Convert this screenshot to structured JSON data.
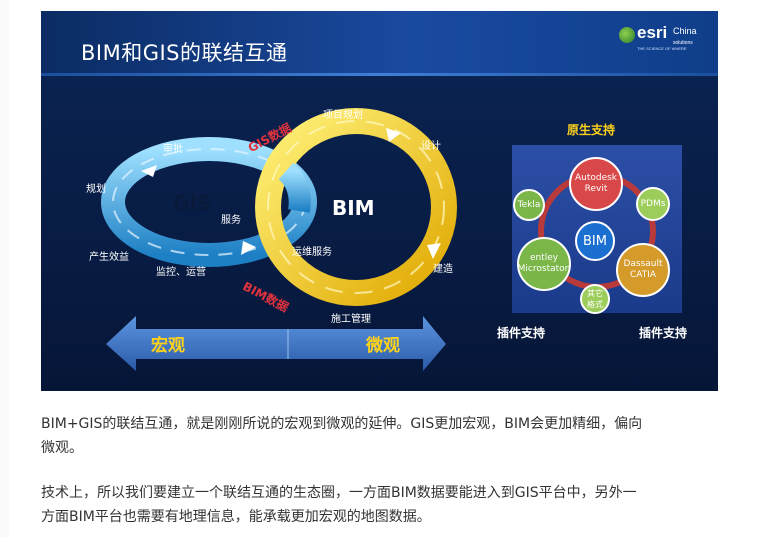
{
  "slide": {
    "title": "BIM和GIS的联结互通",
    "logo": {
      "brand": "esri",
      "region": "China",
      "region_sub": "solutions",
      "tagline": "THE SCIENCE OF WHERE"
    },
    "diagram": {
      "gis_label": "GIS",
      "bim_label": "BIM",
      "gis_data_label": "GIS数据",
      "bim_data_label": "BIM数据",
      "gis_stages": [
        "审批",
        "规划",
        "产生效益",
        "监控、运营",
        "服务"
      ],
      "bim_stages": [
        "项目规划",
        "设计",
        "建造",
        "施工管理",
        "运维服务"
      ],
      "arrow_left": "宏观",
      "arrow_right": "微观",
      "colors": {
        "gis_ring": "#4fb3e8",
        "bim_ring": "#ffd21a",
        "arrow": "#3f74c4",
        "red_text": "#e0323e"
      }
    },
    "support_panel": {
      "title": "原生支持",
      "center": "BIM",
      "nodes": [
        {
          "text": "Autodesk Revit",
          "color": "#d94848"
        },
        {
          "text": "PDMs",
          "color": "#9ccc5a"
        },
        {
          "text": "Dassault CATIA",
          "color": "#d49a2a"
        },
        {
          "text": "其它 格式",
          "color": "#9ccc5a"
        },
        {
          "text": "entley Microstaton",
          "color": "#7ab648"
        },
        {
          "text": "Tekla",
          "color": "#7ab648"
        }
      ],
      "plugin_left": "插件支持",
      "plugin_right": "插件支持"
    }
  },
  "paragraphs": [
    {
      "lines": [
        "BIM+GIS的联结互通，就是刚刚所说的宏观到微观的延伸。GIS更加宏观，BIM会更加精细，偏向",
        "微观。"
      ]
    },
    {
      "lines": [
        "技术上，所以我们要建立一个联结互通的生态圈，一方面BIM数据要能进入到GIS平台中，另外一",
        "方面BIM平台也需要有地理信息，能承载更加宏观的地图数据。"
      ]
    }
  ]
}
